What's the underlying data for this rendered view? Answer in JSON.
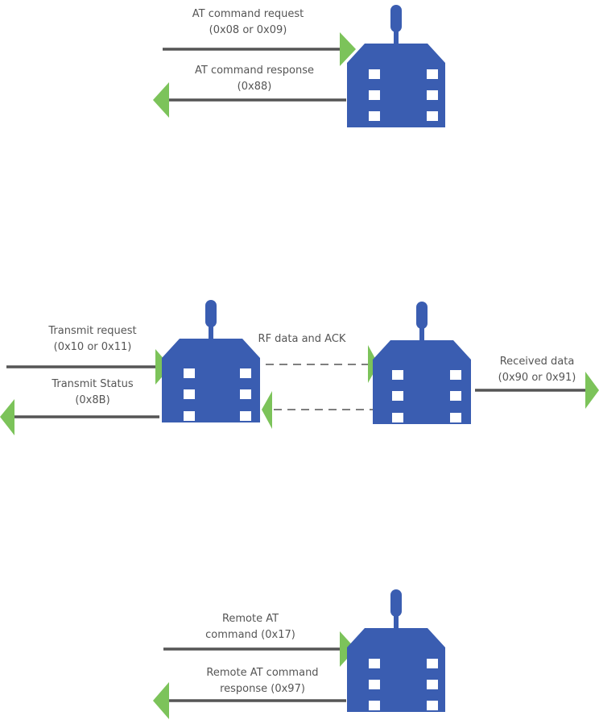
{
  "colors": {
    "device": "#3a5db1",
    "arrowhead": "#7cc35a",
    "line": "#555555",
    "window": "#ffffff",
    "text": "#555555",
    "background": "#ffffff"
  },
  "icons": {
    "device": "radio-module-icon",
    "arrow": "arrowhead-icon"
  },
  "section_at": {
    "request_line1": "AT command request",
    "request_line2": "(0x08 or 0x09)",
    "response_line1": "AT command response",
    "response_line2": "(0x88)"
  },
  "section_transmit": {
    "request_line1": "Transmit request",
    "request_line2": "(0x10 or 0x11)",
    "status_line1": "Transmit Status",
    "status_line2": "(0x8B)",
    "rf_label": "RF data and ACK",
    "received_line1": "Received data",
    "received_line2": "(0x90 or 0x91)"
  },
  "section_remote": {
    "request_line1": "Remote AT",
    "request_line2": "command (0x17)",
    "response_line1": "Remote AT command",
    "response_line2": "response (0x97)"
  }
}
